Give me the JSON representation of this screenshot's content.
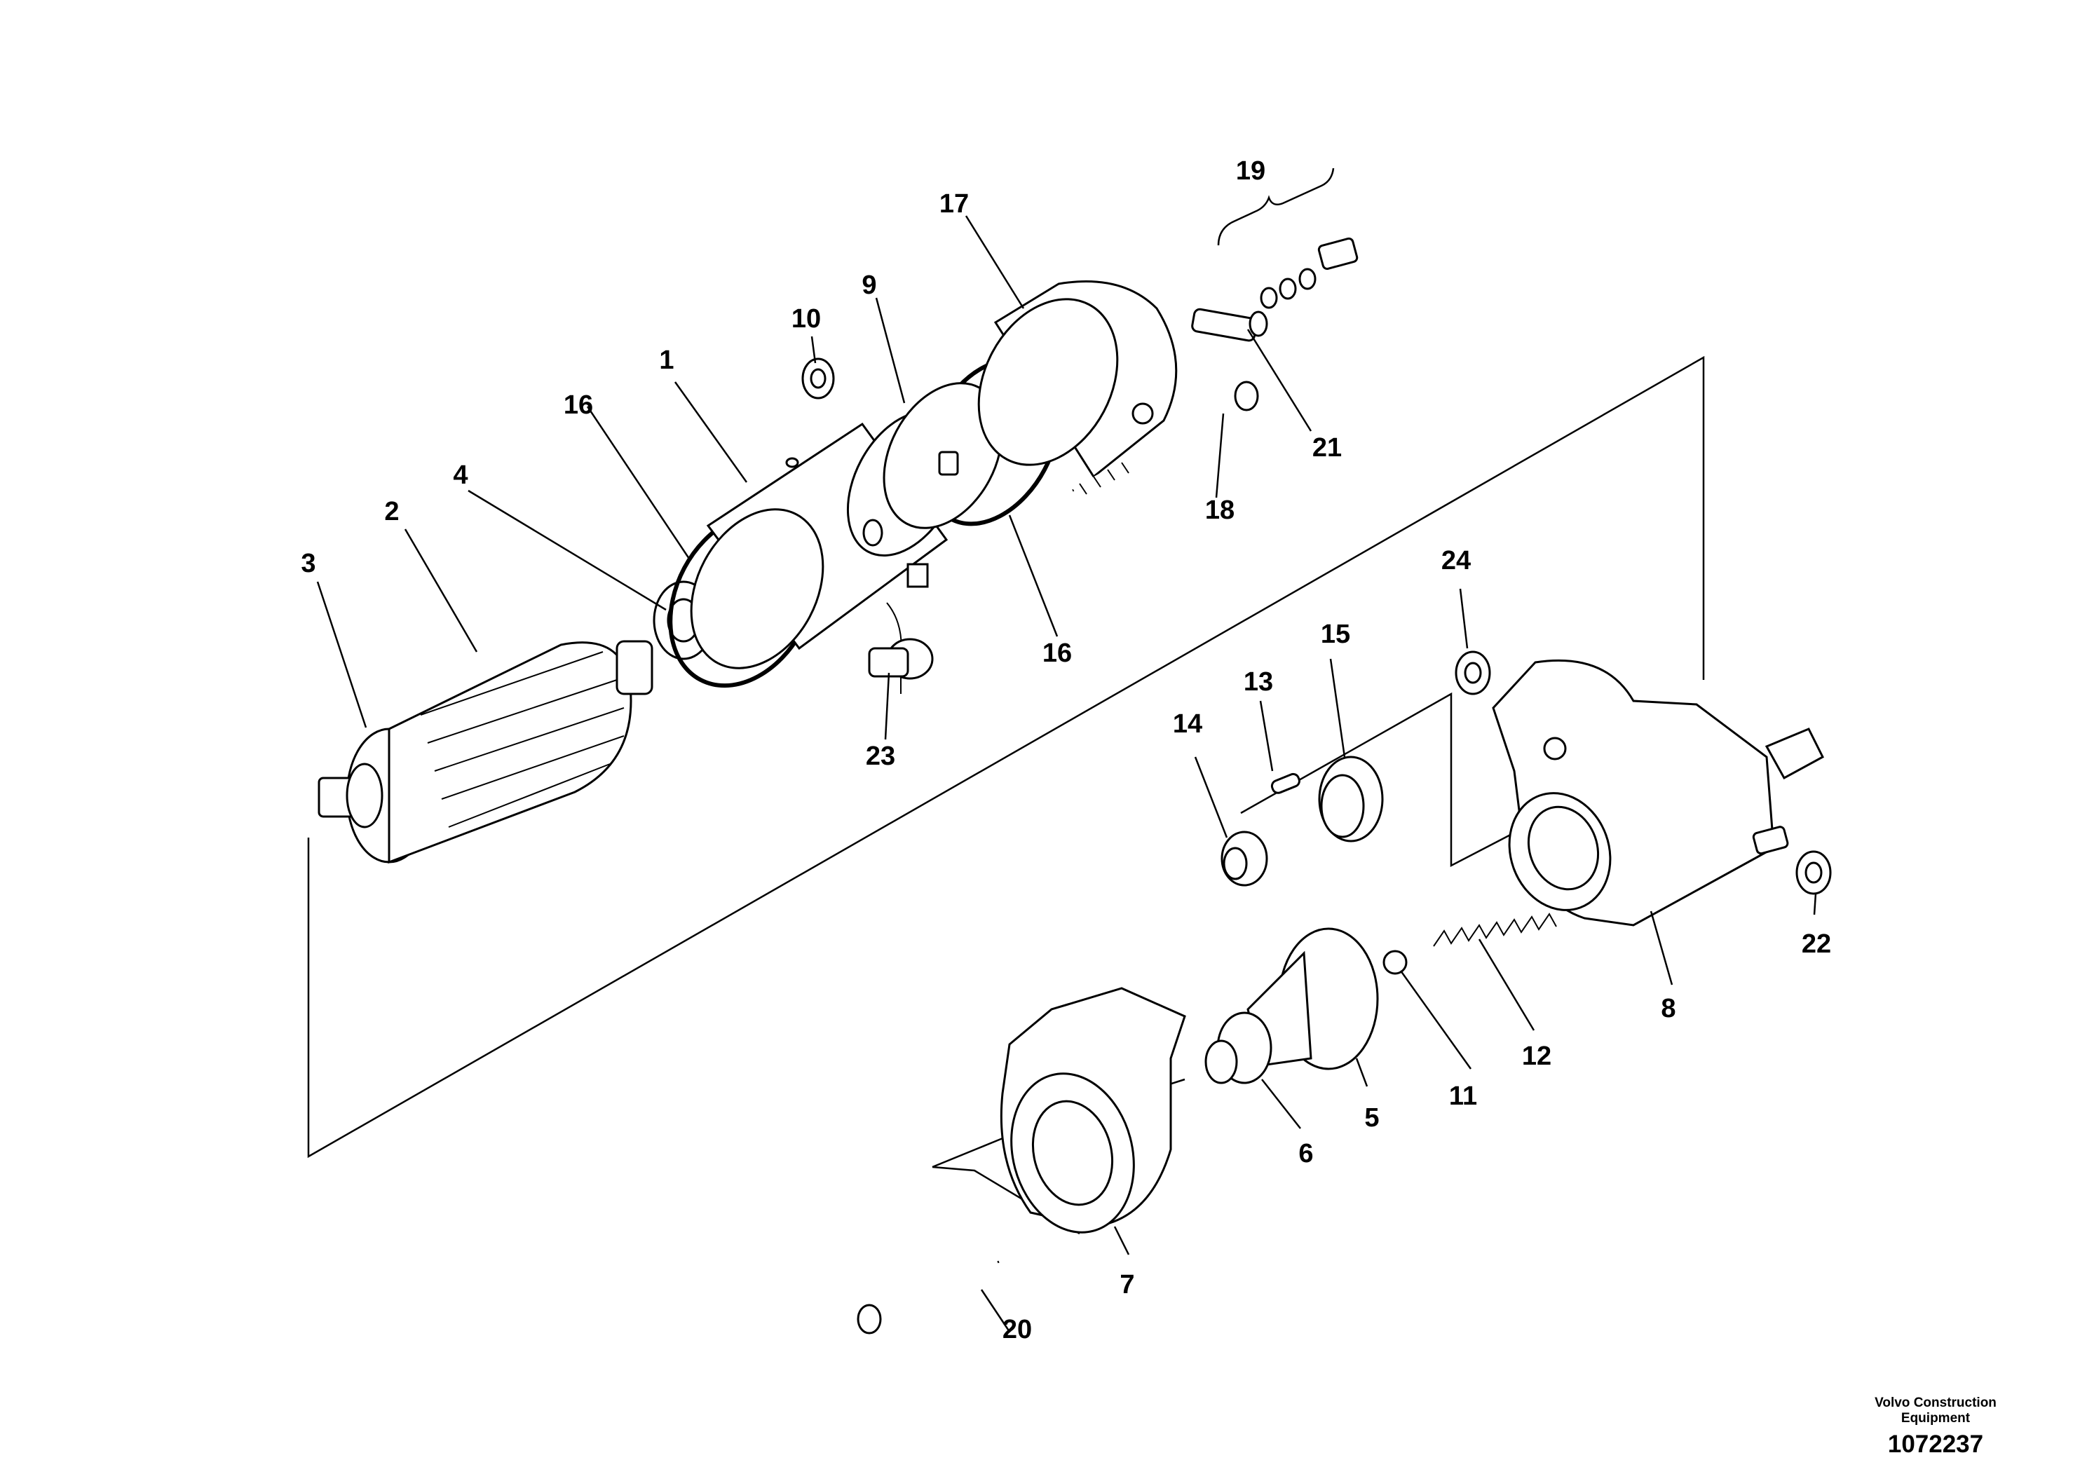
{
  "callouts": {
    "c1": "1",
    "c2": "2",
    "c3": "3",
    "c4": "4",
    "c5": "5",
    "c6": "6",
    "c7": "7",
    "c8": "8",
    "c9": "9",
    "c10": "10",
    "c11": "11",
    "c12": "12",
    "c13": "13",
    "c14": "14",
    "c15": "15",
    "c16a": "16",
    "c16b": "16",
    "c17": "17",
    "c18": "18",
    "c19": "19",
    "c20": "20",
    "c21": "21",
    "c22": "22",
    "c23": "23",
    "c24": "24"
  },
  "footer": {
    "org_line1": "Volvo Construction",
    "org_line2": "Equipment",
    "drawing_number": "1072237"
  }
}
